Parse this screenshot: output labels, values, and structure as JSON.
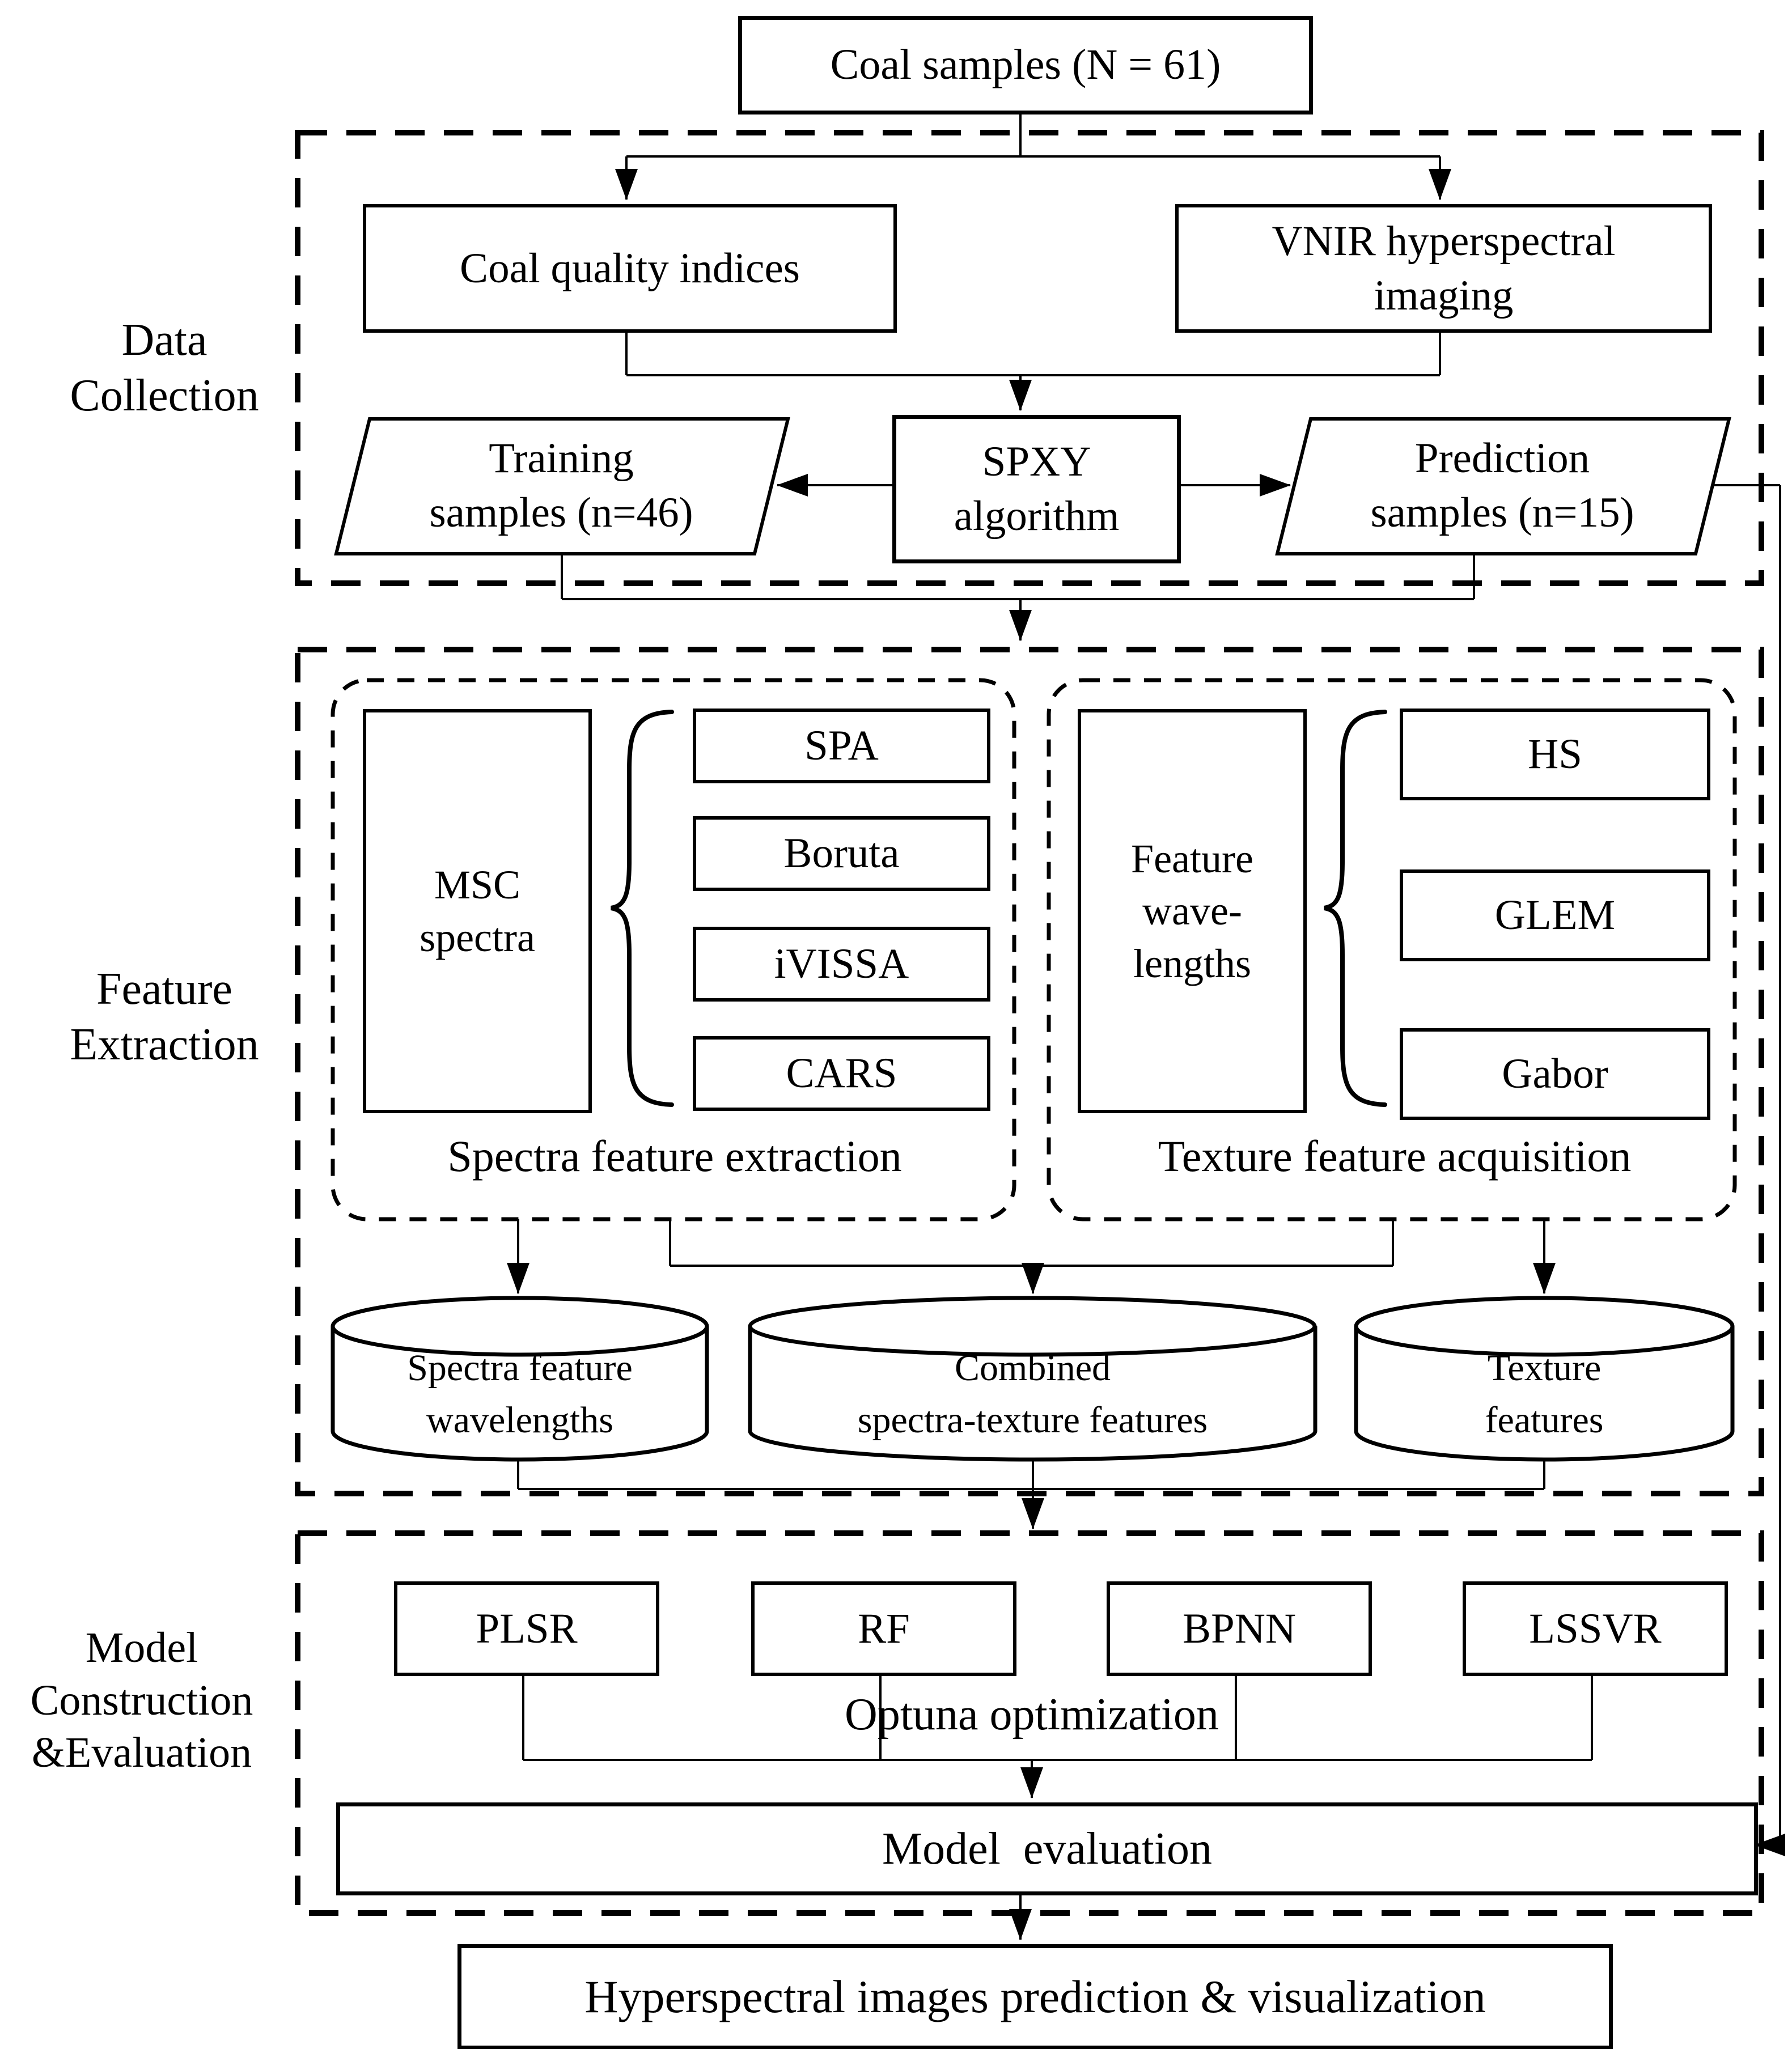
{
  "diagram": {
    "top_box": "Coal samples (N = 61)",
    "section_labels": {
      "data_collection": [
        "Data",
        "Collection"
      ],
      "feature_extraction": [
        "Feature",
        "Extraction"
      ],
      "model_construction": [
        "Model",
        "Construction",
        "&Evaluation"
      ]
    },
    "data_collection": {
      "coal_quality": "Coal quality indices",
      "vnir": [
        "VNIR hyperspectral",
        "imaging"
      ],
      "training": [
        "Training",
        "samples (n=46)"
      ],
      "spxy": [
        "SPXY",
        "algorithm"
      ],
      "prediction": [
        "Prediction",
        "samples (n=15)"
      ]
    },
    "feature_extraction": {
      "spectra_group": {
        "msc": [
          "MSC",
          "spectra"
        ],
        "methods": [
          "SPA",
          "Boruta",
          "iVISSA",
          "CARS"
        ],
        "caption": "Spectra feature extraction"
      },
      "texture_group": {
        "feature_wavelengths": [
          "Feature",
          "wave-",
          "lengths"
        ],
        "methods": [
          "HS",
          "GLEM",
          "Gabor"
        ],
        "caption": "Texture feature acquisition"
      },
      "datastores": {
        "spectra": [
          "Spectra feature",
          "wavelengths"
        ],
        "combined": [
          "Combined",
          "spectra-texture features"
        ],
        "texture": [
          "Texture",
          "features"
        ]
      }
    },
    "model_section": {
      "models": [
        "PLSR",
        "RF",
        "BPNN",
        "LSSVR"
      ],
      "optuna": "Optuna optimization",
      "evaluation": "Model  evaluation"
    },
    "output_box": "Hyperspectral images prediction & visualization",
    "colors": {
      "ink": "#000000",
      "paper": "#ffffff"
    }
  }
}
